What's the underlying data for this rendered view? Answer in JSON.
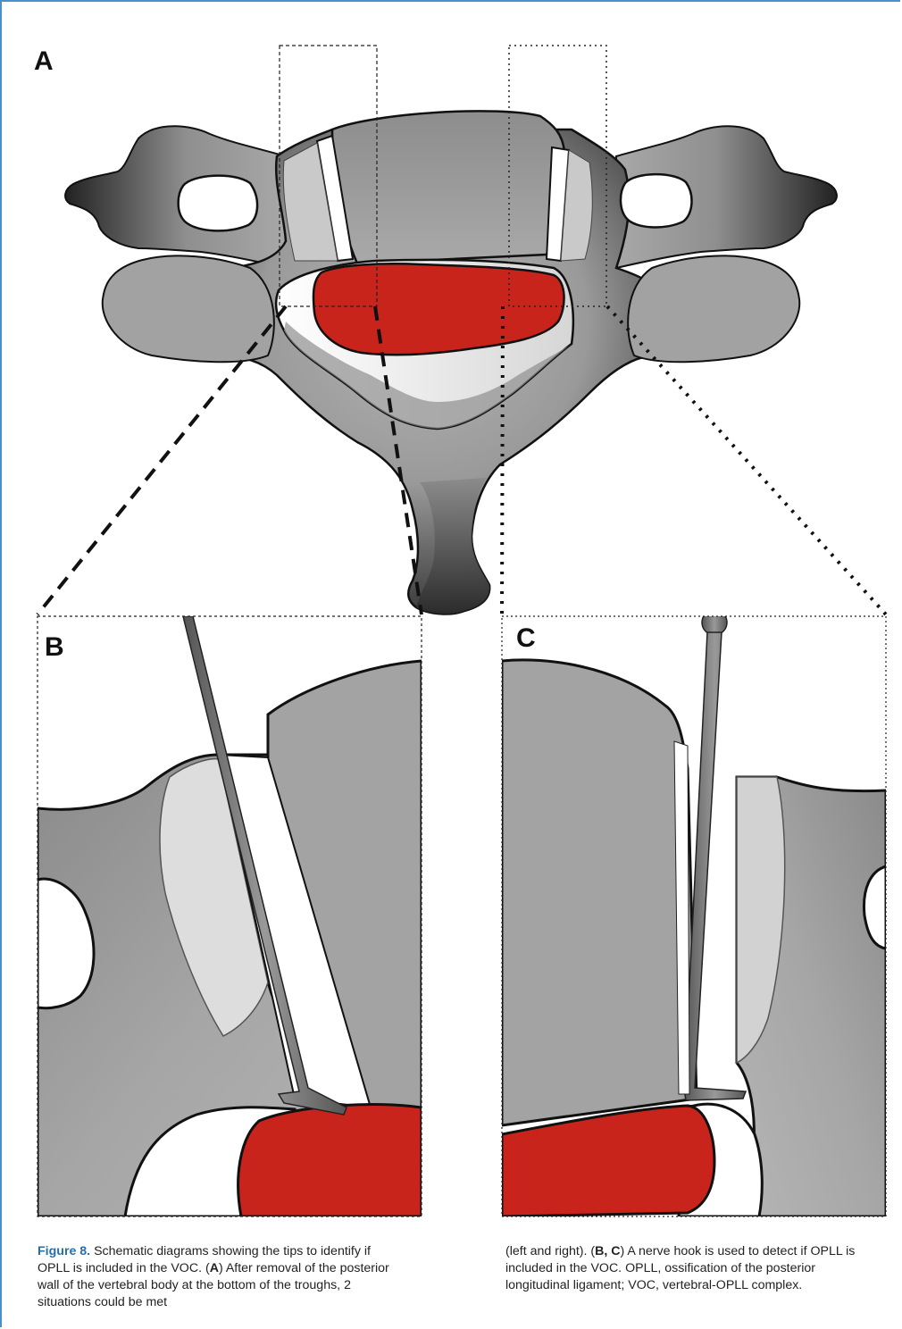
{
  "figure": {
    "panel_labels": {
      "a": "A",
      "b": "B",
      "c": "C"
    },
    "caption": {
      "label": "Figure 8.",
      "col1_segments": [
        {
          "text": "Schematic diagrams showing the tips to identify if OPLL is included in the VOC. (",
          "bold": false
        },
        {
          "text": "A",
          "bold": true
        },
        {
          "text": ") After removal of the posterior wall of the vertebral body at the bottom of the troughs, 2 situations could be met",
          "bold": false
        }
      ],
      "col2_segments": [
        {
          "text": "(left and right). (",
          "bold": false
        },
        {
          "text": "B, C",
          "bold": true
        },
        {
          "text": ") A nerve hook is used to detect if OPLL is included in the VOC. OPLL, ossification of the posterior longitudinal ligament; VOC, vertebral-OPLL complex.",
          "bold": false
        }
      ]
    }
  },
  "colors": {
    "frame": "#4a90c8",
    "caption_label": "#2a6ea8",
    "opll_red": "#c8241c",
    "bone_gray": "#9a9a9a",
    "bone_dark": "#3a3a3a"
  }
}
